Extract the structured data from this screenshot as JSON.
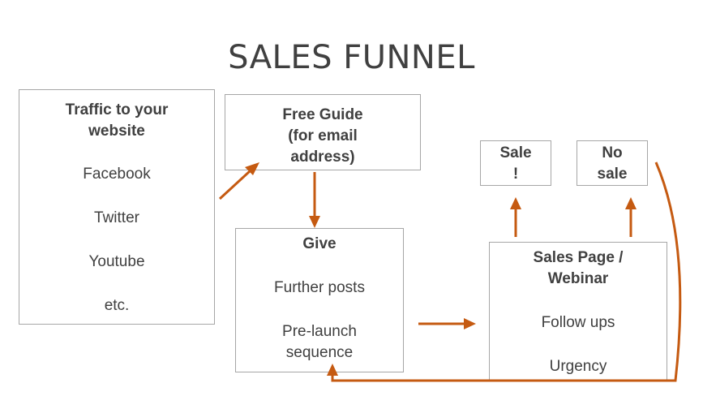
{
  "title": "SALES FUNNEL",
  "arrow_color": "#c55a11",
  "border_color": "#a6a6a6",
  "text_color": "#404040",
  "boxes": {
    "traffic": {
      "heading": "Traffic to your website",
      "items": [
        "Facebook",
        "Twitter",
        "Youtube",
        "etc."
      ]
    },
    "free_guide": {
      "heading_lines": [
        "Free Guide",
        "(for email",
        "address)"
      ]
    },
    "give": {
      "heading": "Give",
      "items": [
        "Further posts",
        "Pre-launch",
        "sequence"
      ]
    },
    "sale": {
      "lines": [
        "Sale",
        "!"
      ]
    },
    "no_sale": {
      "lines": [
        "No",
        "sale"
      ]
    },
    "sales_page": {
      "heading_lines": [
        "Sales Page /",
        "Webinar"
      ],
      "items": [
        "Follow ups",
        "Urgency"
      ]
    }
  },
  "connections": [
    {
      "from": "traffic",
      "to": "free_guide"
    },
    {
      "from": "free_guide",
      "to": "give"
    },
    {
      "from": "give",
      "to": "sales_page"
    },
    {
      "from": "sales_page",
      "to": "sale"
    },
    {
      "from": "sales_page",
      "to": "no_sale"
    },
    {
      "from": "no_sale",
      "to": "give",
      "style": "loop-back"
    }
  ]
}
